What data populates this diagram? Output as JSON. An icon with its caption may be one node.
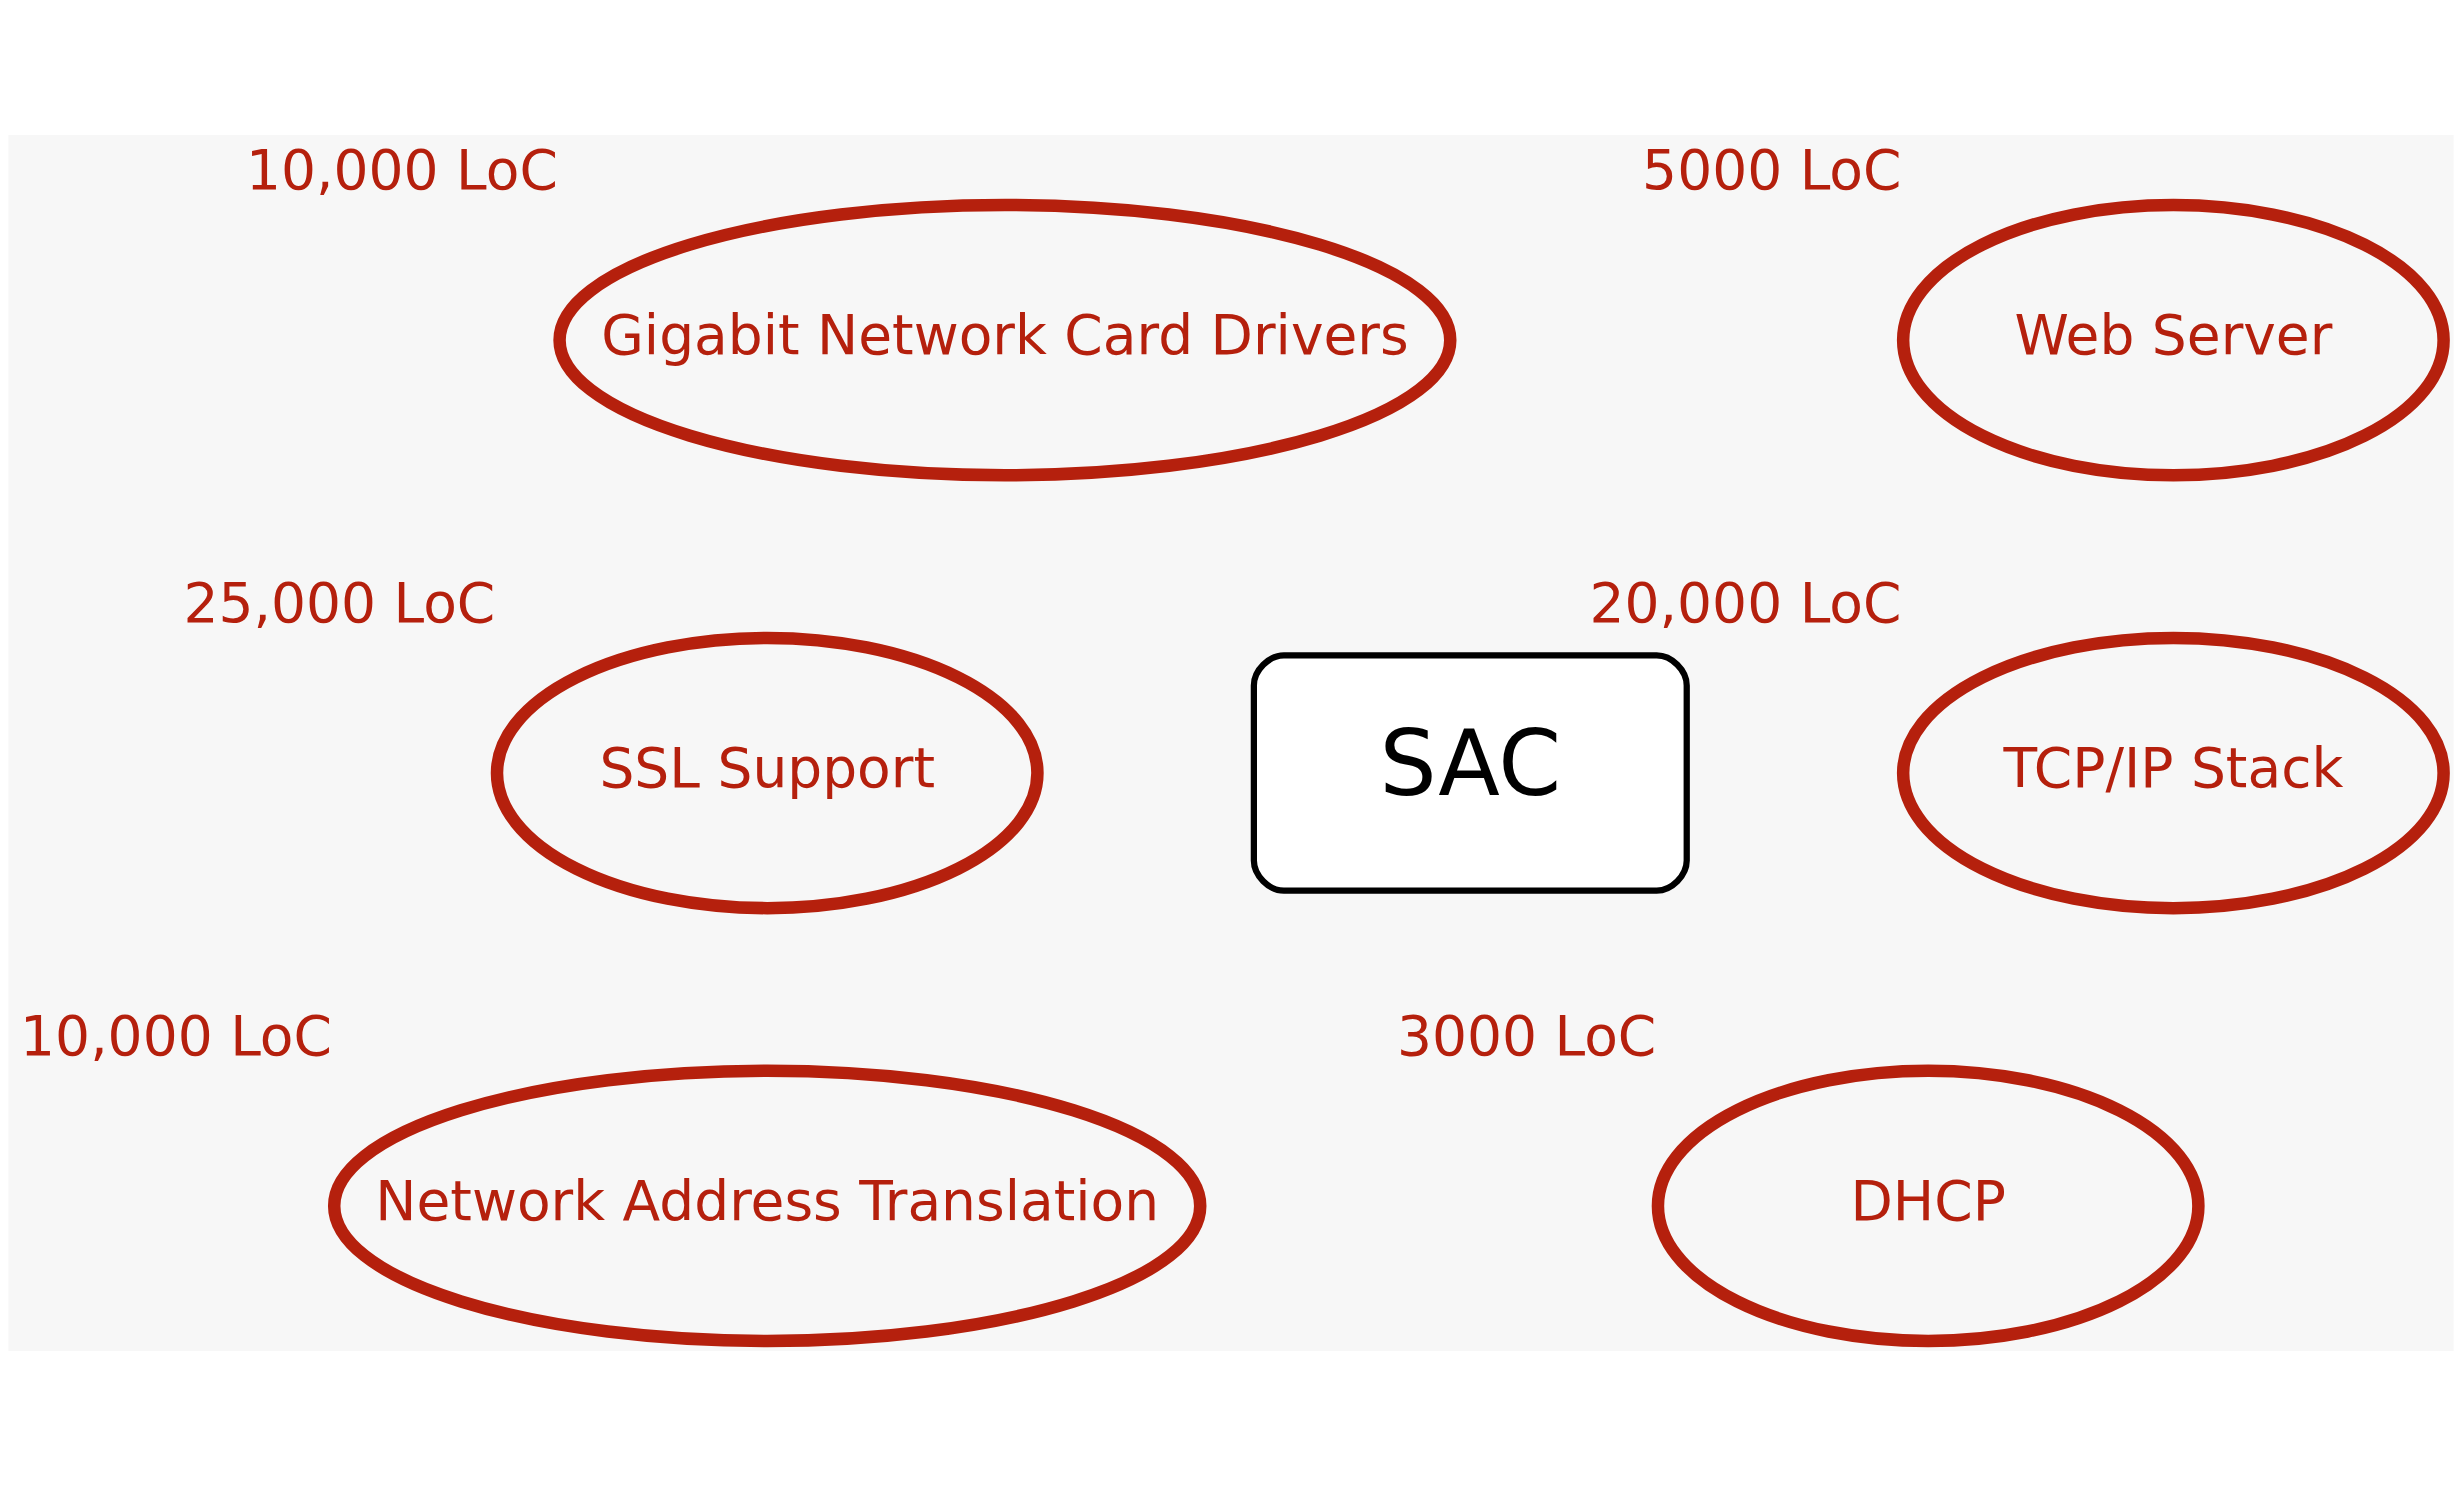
{
  "diagram": {
    "nodes": [
      {
        "text": [
          "Gigabit Network Card Drivers"
        ],
        "beside": [
          "10,000 LoC"
        ]
      },
      {
        "text": [
          "Web Server"
        ],
        "beside": [
          "5000 LoC"
        ]
      },
      {
        "text": [
          "SSL Support"
        ],
        "beside": [
          "25,000 LoC"
        ]
      },
      {
        "text": [
          "SAC"
        ]
      },
      {
        "text": [
          "TCP/IP Stack"
        ],
        "beside": [
          "20,000 LoC"
        ]
      },
      {
        "text": [
          "Network Address Translation"
        ],
        "beside": [
          "10,000 LoC"
        ]
      },
      {
        "text": [
          "DHCP"
        ],
        "beside": [
          "3000 LoC"
        ]
      }
    ],
    "edges": []
  }
}
